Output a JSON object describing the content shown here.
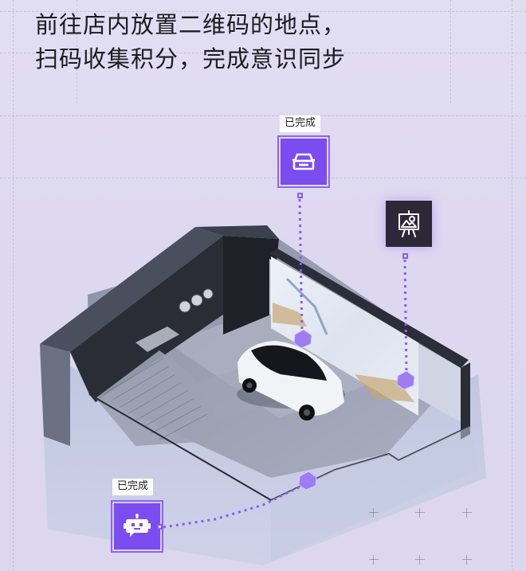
{
  "header": {
    "title_line1": "前往店内放置二维码的地点，",
    "title_line2": "扫码收集积分，完成意识同步"
  },
  "checkpoints": [
    {
      "id": "car",
      "icon": "car-icon",
      "status": "completed",
      "status_label": "已完成"
    },
    {
      "id": "artwork",
      "icon": "easel-picture-icon",
      "status": "pending",
      "status_label": ""
    },
    {
      "id": "robot",
      "icon": "robot-chat-icon",
      "status": "completed",
      "status_label": "已完成"
    }
  ],
  "colors": {
    "background": "#ddd8f0",
    "accent_purple": "#7b4cf0",
    "pending_dark": "#2c2838",
    "text": "#1c1b22",
    "badge_bg": "#ffffff"
  }
}
